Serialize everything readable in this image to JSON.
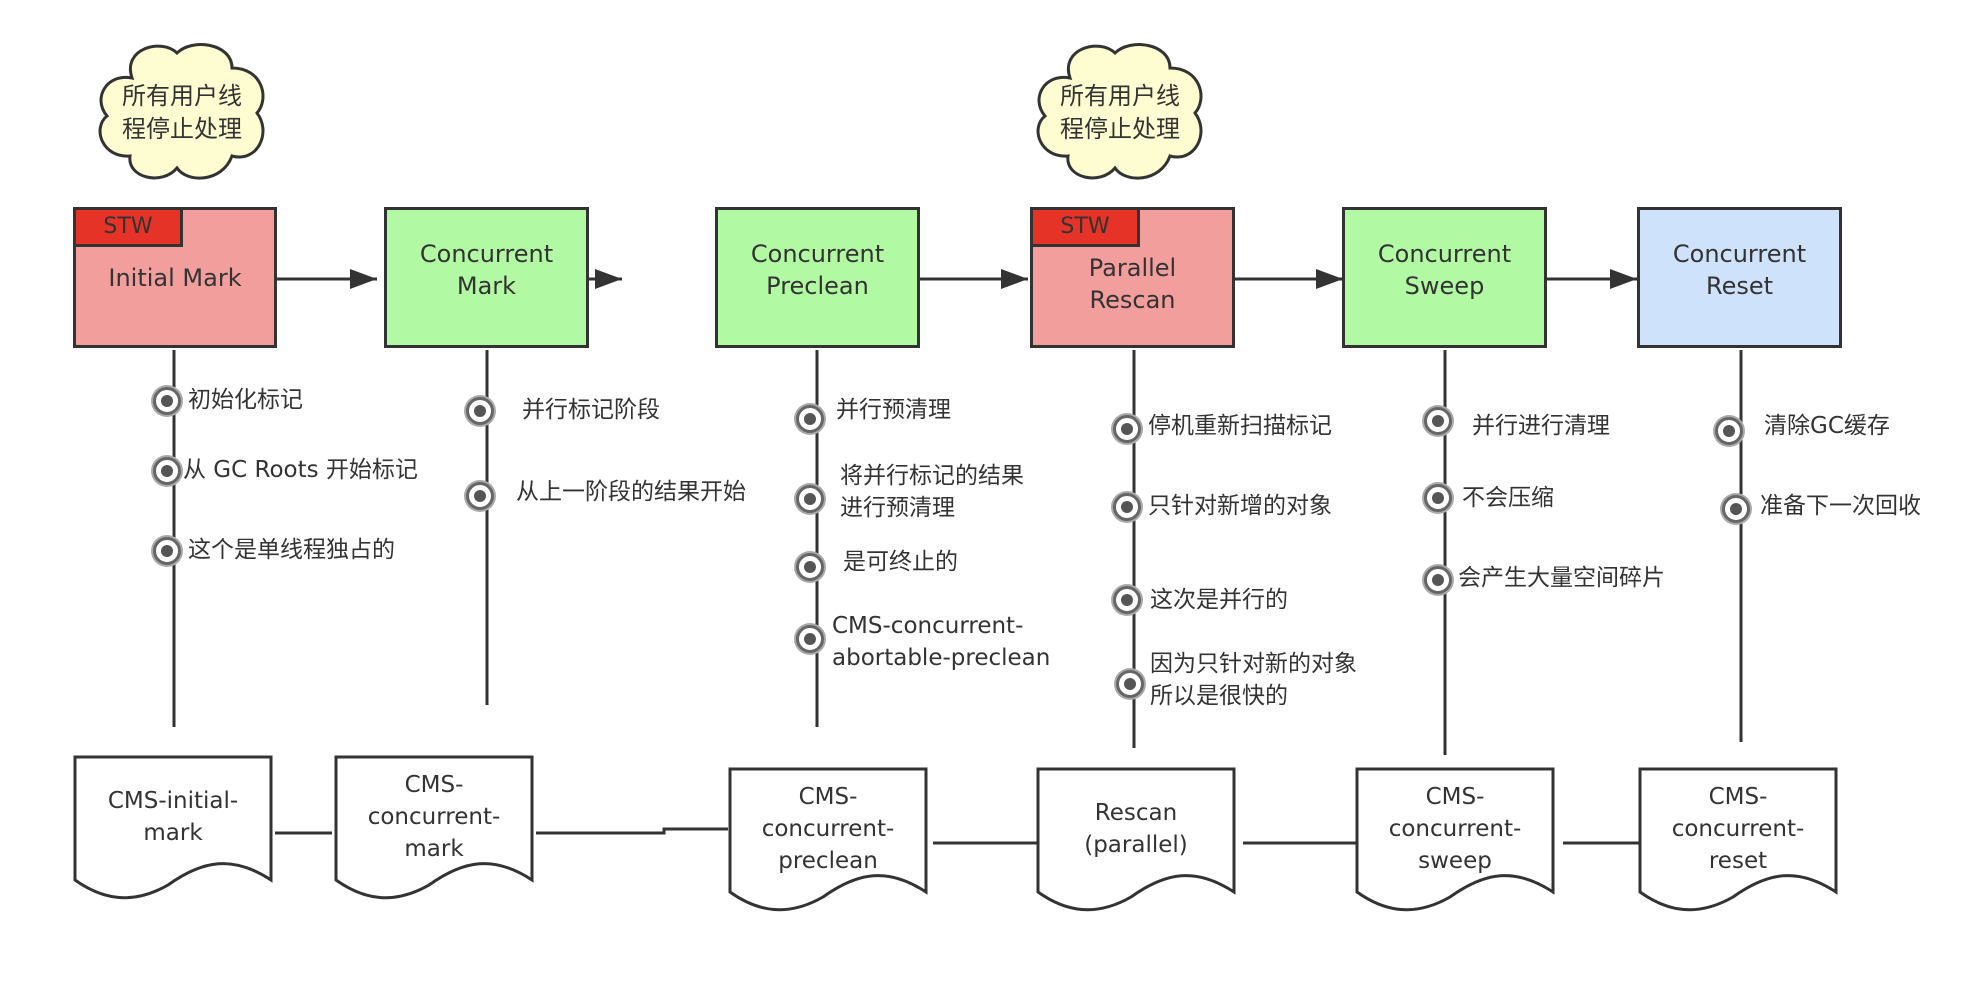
{
  "colors": {
    "stw_stage": "#f19e9c",
    "stw_badge": "#e63327",
    "concurrent_stage": "#b1f9a2",
    "reset_stage": "#cfe2fb",
    "cloud_fill": "#fefdd2",
    "stroke": "#333333"
  },
  "clouds": [
    {
      "text": "所有用户线\n程停止处理"
    },
    {
      "text": "所有用户线\n程停止处理"
    }
  ],
  "stages": [
    {
      "label": "Initial Mark",
      "badge": "STW",
      "type": "stw"
    },
    {
      "label": "Concurrent\nMark",
      "badge": null,
      "type": "concurrent"
    },
    {
      "label": "Concurrent\nPreclean",
      "badge": null,
      "type": "concurrent"
    },
    {
      "label": "Parallel\nRescan",
      "badge": "STW",
      "type": "stw"
    },
    {
      "label": "Concurrent\nSweep",
      "badge": null,
      "type": "concurrent"
    },
    {
      "label": "Concurrent\nReset",
      "badge": null,
      "type": "reset"
    }
  ],
  "notes": [
    [
      "初始化标记",
      "从 GC Roots 开始标记",
      "这个是单线程独占的"
    ],
    [
      "并行标记阶段",
      "从上一阶段的结果开始"
    ],
    [
      "并行预清理",
      "将并行标记的结果\n进行预清理",
      "是可终止的",
      "CMS-concurrent-\nabortable-preclean"
    ],
    [
      "停机重新扫描标记",
      "只针对新增的对象",
      "这次是并行的",
      "因为只针对新的对象\n所以是很快的"
    ],
    [
      "并行进行清理",
      "不会压缩",
      "会产生大量空间碎片"
    ],
    [
      "清除GC缓存",
      "准备下一次回收"
    ]
  ],
  "logs": [
    "CMS-initial-\nmark",
    "CMS-\nconcurrent-\nmark",
    "CMS-\nconcurrent-\npreclean",
    "Rescan\n(parallel)",
    "CMS-\nconcurrent-\nsweep",
    "CMS-\nconcurrent-\nreset"
  ]
}
